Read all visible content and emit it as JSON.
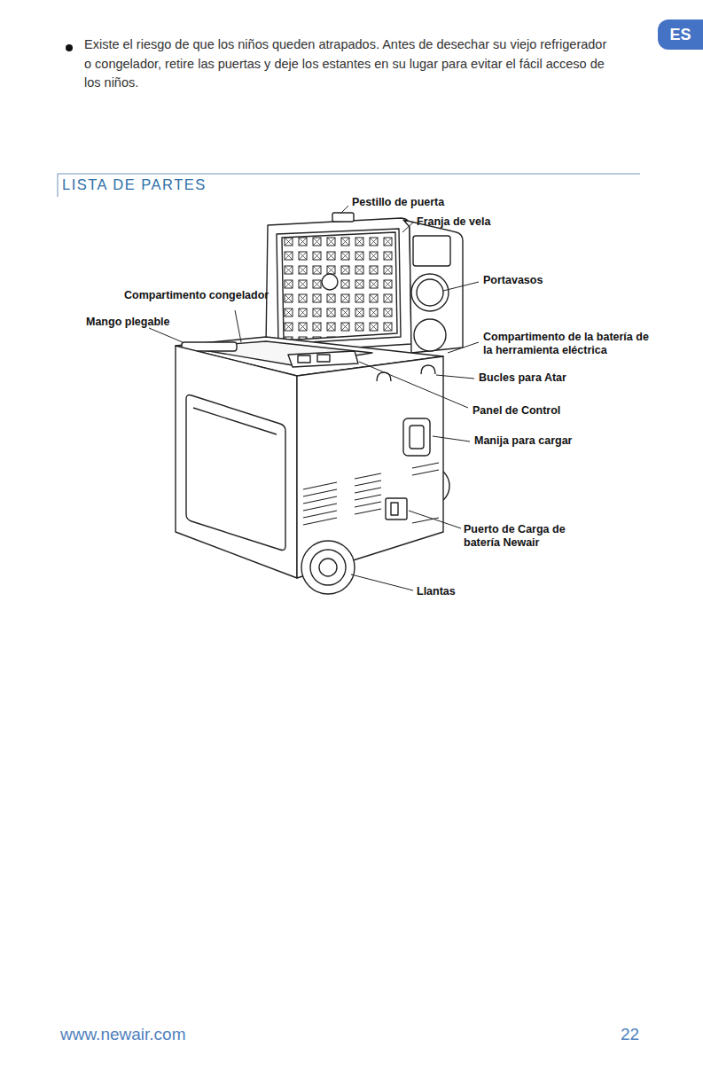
{
  "diagram": {
    "title": "LISTA DE PARTES",
    "nodes": [
      {
        "text": [
          "ES"
        ]
      }
    ],
    "labels": [
      "Existe el riesgo de que los niños queden atrapados. Antes de desechar su viejo refrigerador o congelador, retire las puertas y deje los estantes en su lugar para evitar el fácil acceso de los niños.",
      "Pestillo de puerta",
      "Franja de vela",
      "Portavasos",
      "Compartimento congelador",
      "Mango plegable",
      "Compartimento de la batería de la herramienta eléctrica",
      "Bucles para Atar",
      "Panel de Control",
      "Manija para cargar",
      "Puerto de Carga de batería Newair",
      "Llantas",
      "www.newair.com",
      "22"
    ]
  }
}
